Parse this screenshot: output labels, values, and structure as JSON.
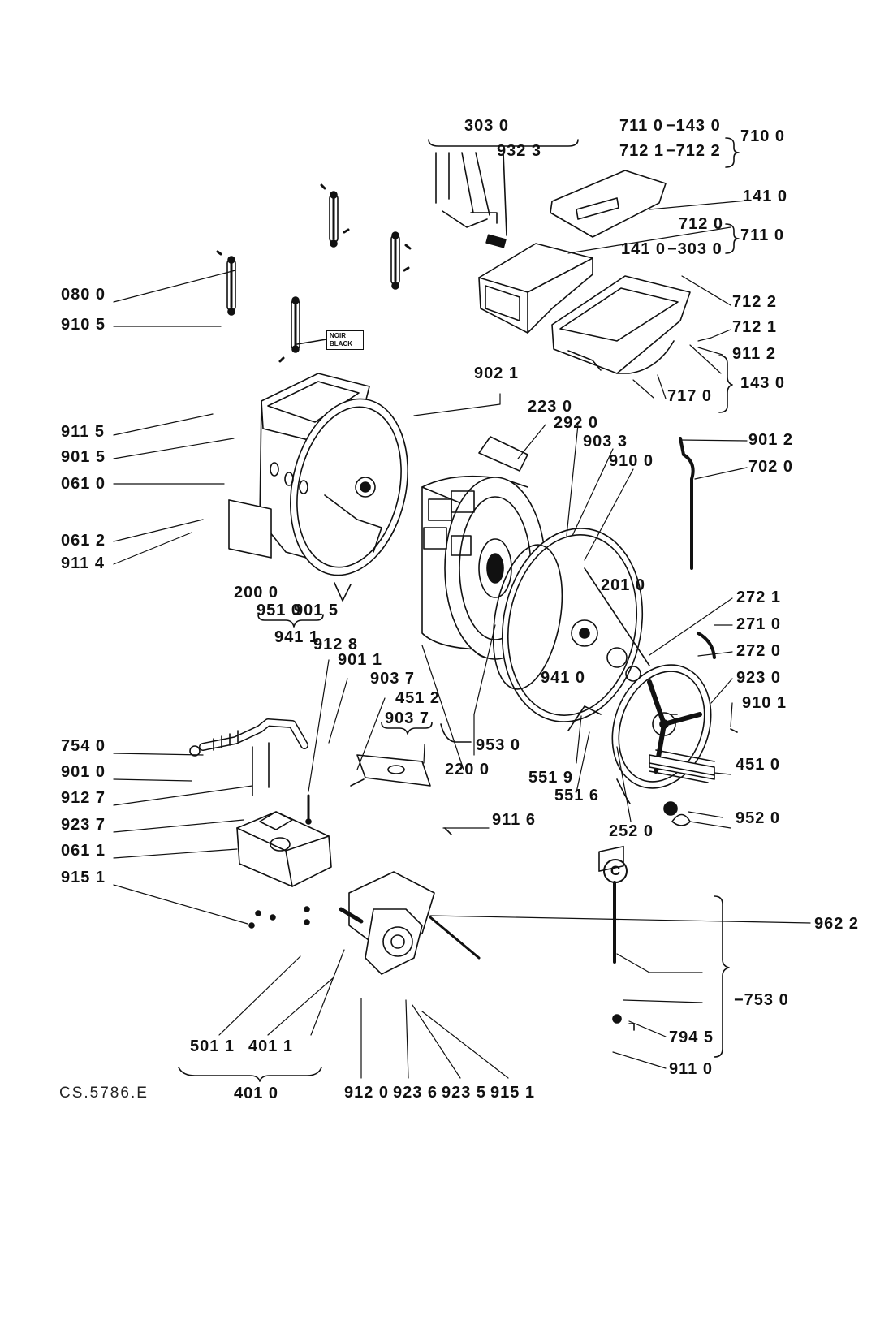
{
  "diagram": {
    "drawing_code": "CS.5786.E",
    "noir_black_tag": [
      "NOIR",
      "BLACK"
    ],
    "circle_marker": "C",
    "labels": {
      "l3030": "303 0",
      "l9323": "932 3",
      "l7110a": "711 0",
      "l1430a": "−143 0",
      "l7100": "710 0",
      "l7121a": "712 1",
      "l7122a": "−712 2",
      "l1410a": "141 0",
      "l7120": "712 0",
      "l7110b": "711 0",
      "l1410b": "141 0",
      "l3030b": "−303 0",
      "l7122b": "712 2",
      "l7121b": "712 1",
      "l9112": "911 2",
      "l1430b": "143 0",
      "l7170": "717 0",
      "l0800": "080 0",
      "l9105": "910 5",
      "l9021": "902 1",
      "l2230": "223 0",
      "l2920": "292 0",
      "l9033": "903 3",
      "l9100": "910 0",
      "l9012": "901 2",
      "l7020": "702 0",
      "l9115": "911 5",
      "l9015a": "901 5",
      "l0610": "061 0",
      "l0612": "061 2",
      "l9114": "911 4",
      "l2000": "200 0",
      "l9510": "951 0",
      "l9015b": "901 5",
      "l9411": "941 1",
      "l2010": "201 0",
      "l2721": "272 1",
      "l2710": "271 0",
      "l2720": "272 0",
      "l9230": "923 0",
      "l9101": "910 1",
      "l9128": "912 8",
      "l9011": "901 1",
      "l9037a": "903 7",
      "l4512": "451 2",
      "l9037b": "903 7",
      "l9410": "941 0",
      "l9530": "953 0",
      "l2200": "220 0",
      "l5519": "551 9",
      "l5516": "551 6",
      "l4510": "451 0",
      "l7540": "754 0",
      "l9010": "901 0",
      "l9127": "912 7",
      "l9237": "923 7",
      "l0611": "061 1",
      "l9151a": "915 1",
      "l9116": "911 6",
      "l2520": "252 0",
      "l9520": "952 0",
      "l9622": "962 2",
      "l7530": "−753 0",
      "l7945": "794 5",
      "l9110": "911 0",
      "l5011": "501 1",
      "l4011": "401 1",
      "l4010": "401 0",
      "l9120": "912 0",
      "l9236": "923 6",
      "l9235": "923 5",
      "l9151b": "915 1"
    }
  }
}
